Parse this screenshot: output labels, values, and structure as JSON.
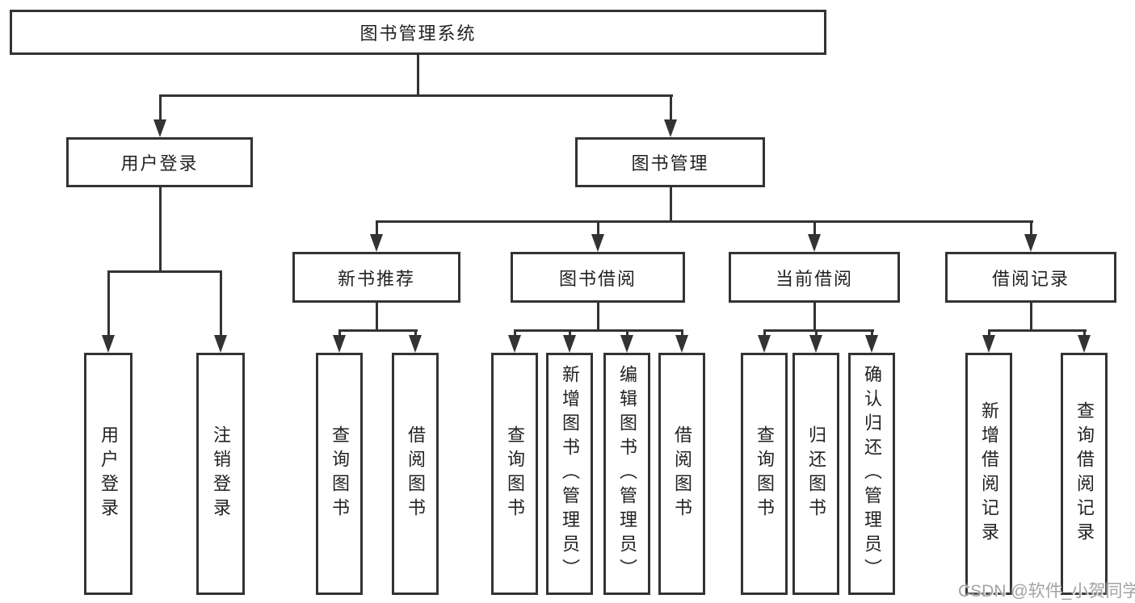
{
  "tree": {
    "root": "图书管理系统",
    "user_login": {
      "label": "用户登录",
      "children": [
        "用户登录",
        "注销登录"
      ]
    },
    "book_management": {
      "label": "图书管理",
      "new_book_recommend": {
        "label": "新书推荐",
        "children": [
          "查询图书",
          "借阅图书"
        ]
      },
      "book_borrow": {
        "label": "图书借阅",
        "children": [
          "查询图书",
          "新增图书（管理员）",
          "编辑图书（管理员）",
          "借阅图书"
        ]
      },
      "current_borrow": {
        "label": "当前借阅",
        "children": [
          "查询图书",
          "归还图书",
          "确认归还（管理员）"
        ]
      },
      "borrow_record": {
        "label": "借阅记录",
        "children": [
          "新增借阅记录",
          "查询借阅记录"
        ]
      }
    }
  },
  "watermark": {
    "text": "CSDN @软件_小贺同学"
  },
  "colors": {
    "line": "#333333",
    "text": "#222222",
    "watermark": "#9e9e9e",
    "background": "#ffffff"
  }
}
